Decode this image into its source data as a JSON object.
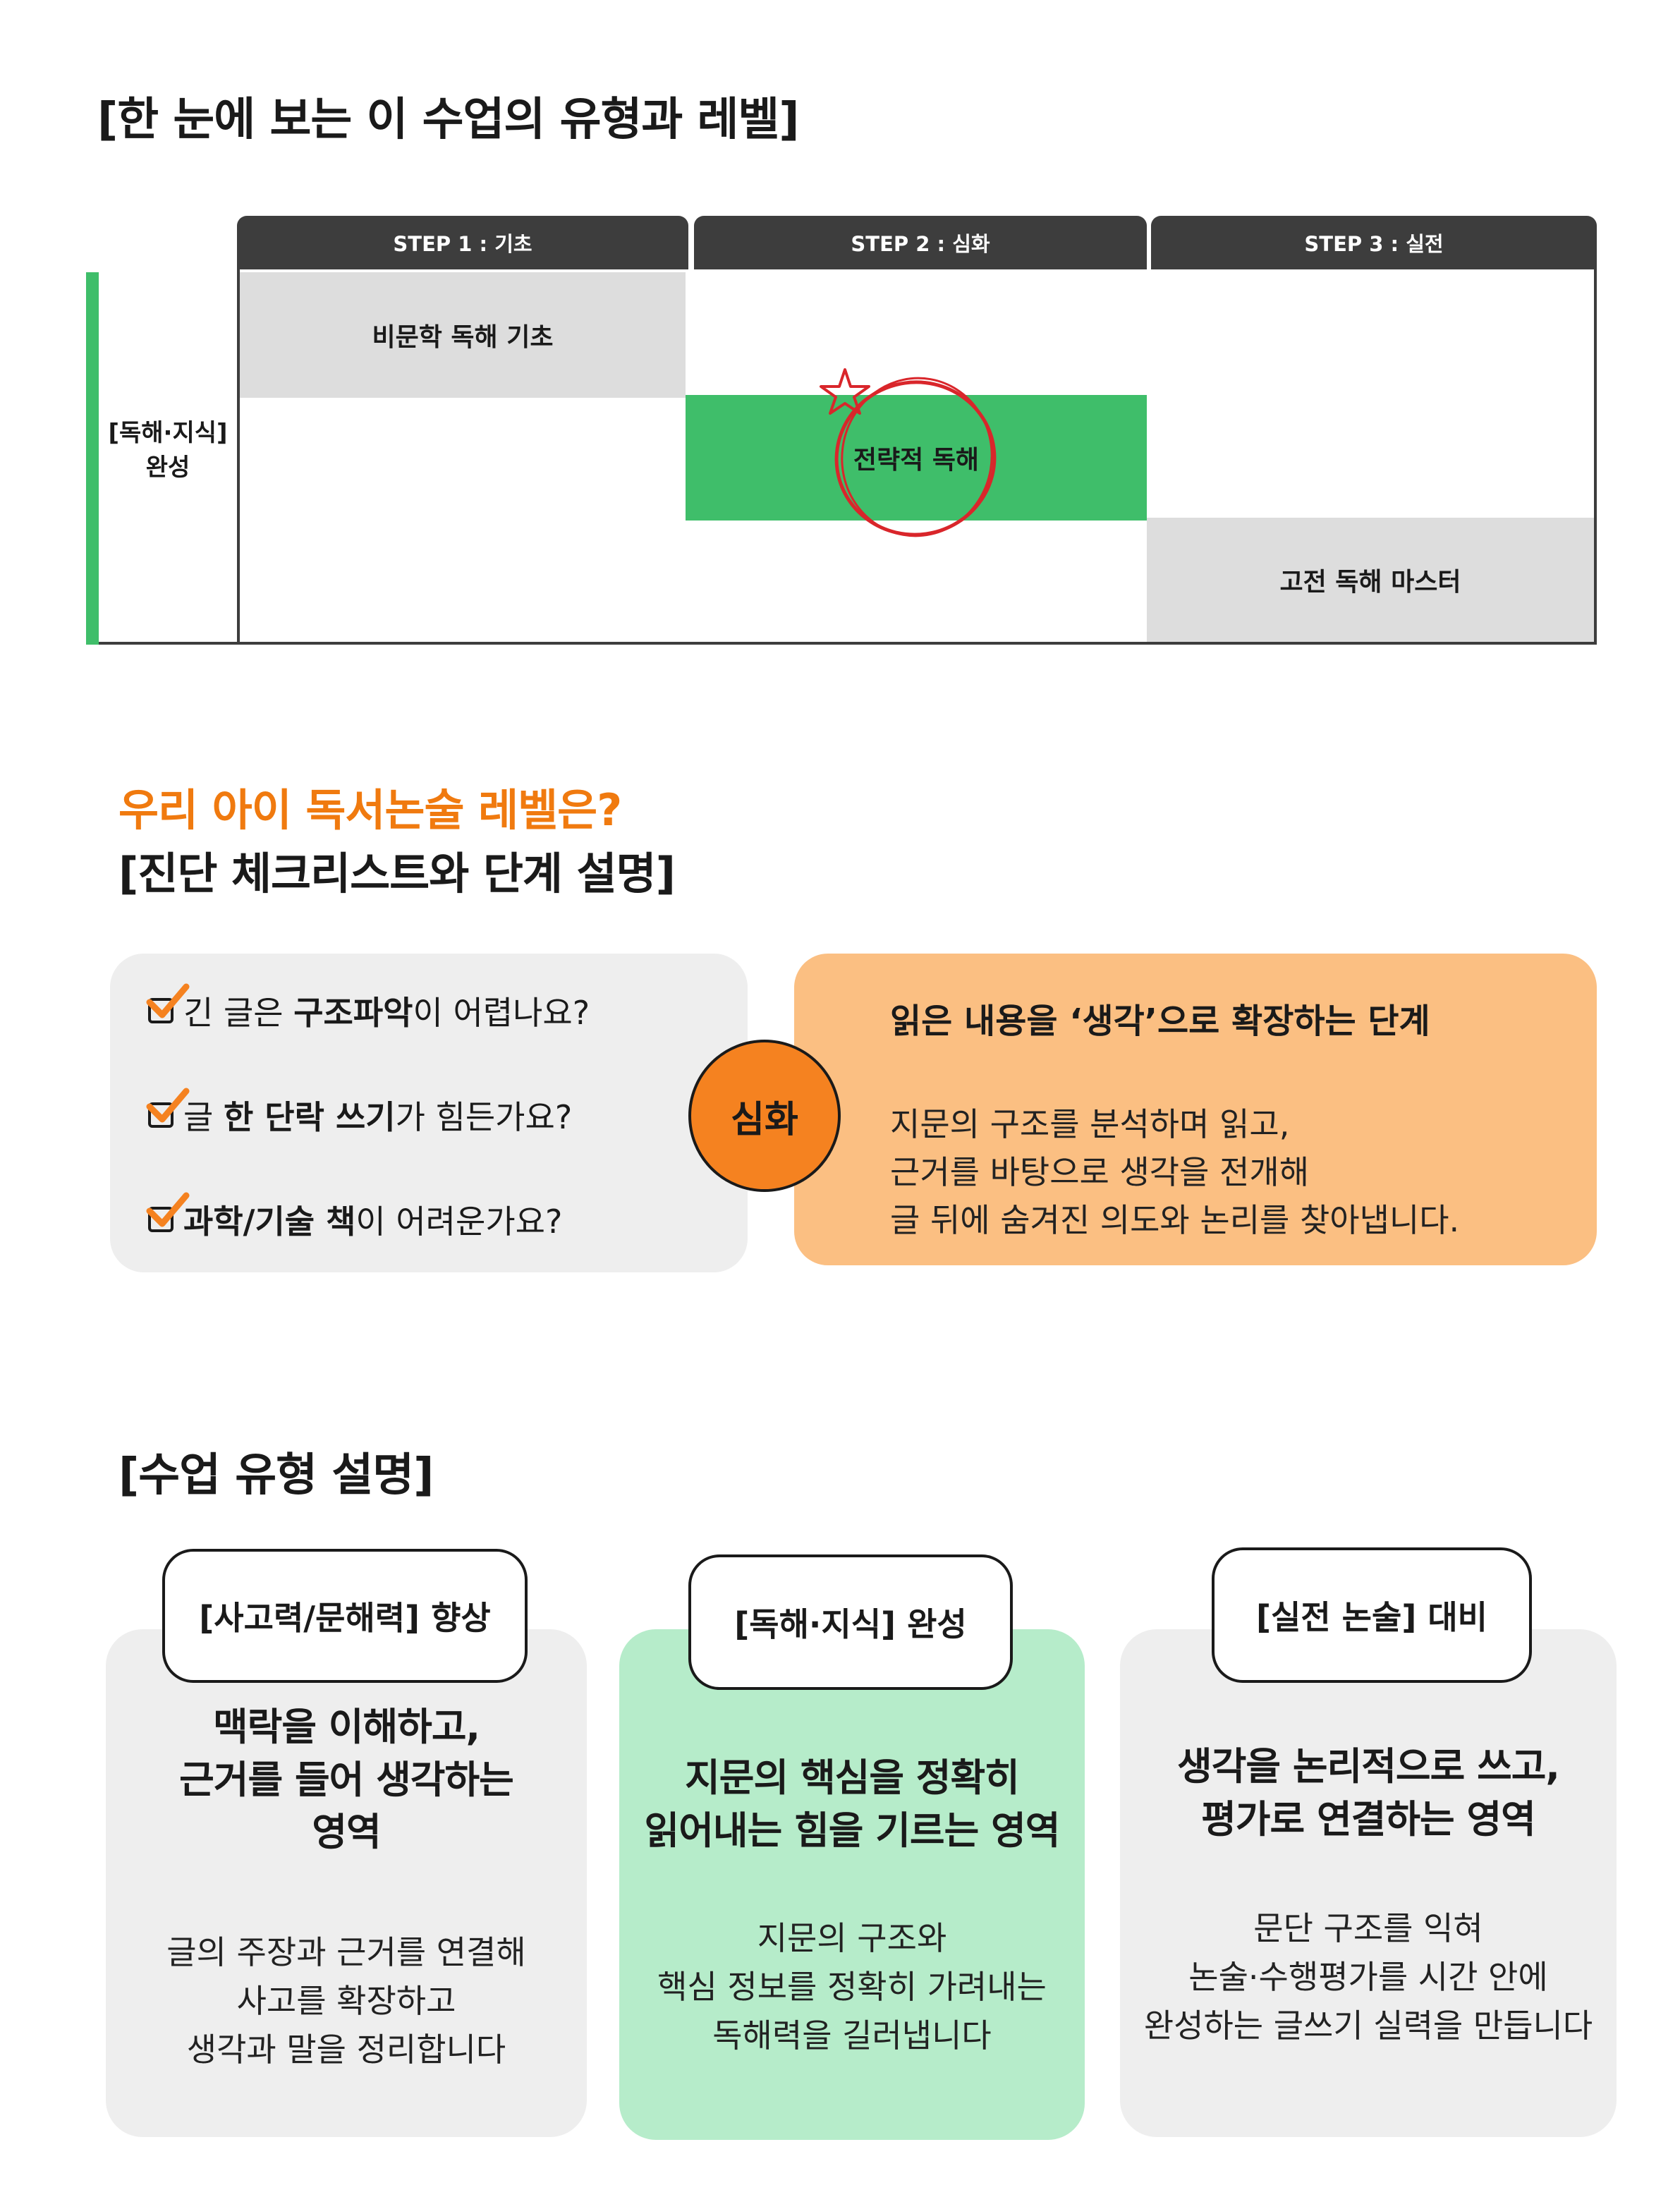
{
  "section1": {
    "title": "[한 눈에 보는 이 수업의 유형과 레벨]",
    "steps": [
      "STEP 1 : 기초",
      "STEP 2 : 심화",
      "STEP 3 : 실전"
    ],
    "row_label": [
      "[독해·지식]",
      "완성"
    ],
    "cells": {
      "basic": "비문학 독해 기초",
      "strategic": "전략적 독해",
      "master": "고전 독해 마스터"
    },
    "accent_colors": {
      "green": "#3fbe6a",
      "gray": "#dddddd",
      "header": "#3d3d3d",
      "marker": "#d9262b"
    }
  },
  "section2": {
    "title_line1": "우리 아이 독서논술 레벨은?",
    "title_line2": "[진단 체크리스트와 단계 설명]",
    "checklist": [
      {
        "pre": "긴 글은 ",
        "bold": "구조파악",
        "post": "이 어렵나요?"
      },
      {
        "pre": "글 ",
        "bold": "한 단락 쓰기",
        "post": "가 힘든가요?"
      },
      {
        "pre": "",
        "bold": "과학/기술 책",
        "post": "이 어려운가요?"
      }
    ],
    "badge": "심화",
    "info_title": "읽은 내용을 ‘생각’으로 확장하는 단계",
    "info_lines": [
      "지문의 구조를 분석하며 읽고,",
      "근거를 바탕으로 생각을 전개해",
      "글 뒤에 숨겨진 의도와 논리를 찾아냅니다."
    ],
    "accent_colors": {
      "orange_title": "#f07a0f",
      "badge": "#f58220",
      "info_bg": "#fbbf82",
      "check": "#f58220"
    }
  },
  "section3": {
    "title": "[수업 유형 설명]",
    "cards": [
      {
        "pill": "[사고력/문해력] 향상",
        "head": [
          "맥락을 이해하고,",
          "근거를 들어 생각하는",
          "영역"
        ],
        "body": [
          "글의 주장과 근거를 연결해",
          "사고를 확장하고",
          "생각과 말을 정리합니다"
        ]
      },
      {
        "pill": "[독해·지식] 완성",
        "head": [
          "지문의 핵심을 정확히",
          "읽어내는 힘을 기르는 영역"
        ],
        "body": [
          "지문의 구조와",
          "핵심 정보를 정확히 가려내는",
          "독해력을 길러냅니다"
        ]
      },
      {
        "pill": "[실전 논술] 대비",
        "head": [
          "생각을 논리적으로 쓰고,",
          "평가로 연결하는 영역"
        ],
        "body": [
          "문단 구조를 익혀",
          "논술·수행평가를 시간 안에",
          "완성하는 글쓰기 실력을 만듭니다"
        ]
      }
    ],
    "accent_colors": {
      "card_gray": "#eeeeee",
      "card_green": "#b6ecca"
    }
  }
}
